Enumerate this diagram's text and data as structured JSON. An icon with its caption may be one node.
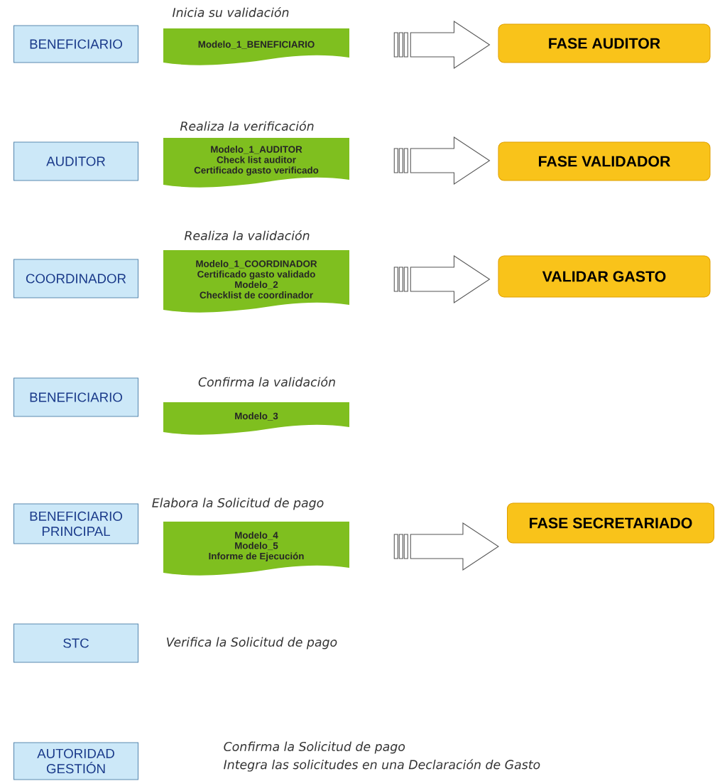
{
  "diagram": {
    "nodes": [
      {
        "text": [
          "BENEFICIARIO"
        ]
      },
      {
        "text": [
          "Modelo_1_BENEFICIARIO"
        ],
        "beside": [
          "Inicia su validación"
        ]
      },
      {
        "text": [
          "FASE AUDITOR"
        ]
      },
      {
        "text": [
          "AUDITOR"
        ]
      },
      {
        "text": [
          "Modelo_1_AUDITOR",
          "Check list auditor",
          "Certificado gasto verificado"
        ],
        "beside": [
          "Realiza la verificación"
        ]
      },
      {
        "text": [
          "FASE VALIDADOR"
        ]
      },
      {
        "text": [
          "COORDINADOR"
        ]
      },
      {
        "text": [
          "Modelo_1_COORDINADOR",
          "Certificado gasto validado",
          "Modelo_2",
          "Checklist de coordinador"
        ],
        "beside": [
          "Realiza la validación"
        ]
      },
      {
        "text": [
          "VALIDAR GASTO"
        ]
      },
      {
        "text": [
          "BENEFICIARIO"
        ]
      },
      {
        "text": [
          "Modelo_3"
        ],
        "beside": [
          "Confirma la validación"
        ]
      },
      {
        "text": [
          "BENEFICIARIO PRINCIPAL"
        ]
      },
      {
        "text": [
          "Modelo_4",
          "Modelo_5",
          "Informe de Ejecución"
        ],
        "beside": [
          "Elabora la Solicitud de pago"
        ]
      },
      {
        "text": [
          "FASE SECRETARIADO"
        ]
      },
      {
        "text": [
          "STC"
        ]
      },
      {
        "text": [
          "AUTORIDAD GESTIÓN"
        ]
      }
    ],
    "edges": [
      {
        "from": 1,
        "to": 2,
        "arrow": "to"
      },
      {
        "from": 4,
        "to": 5,
        "arrow": "to"
      },
      {
        "from": 7,
        "to": 8,
        "arrow": "to"
      },
      {
        "from": 12,
        "to": 13,
        "arrow": "to"
      }
    ],
    "labels": [
      "Verifica la Solicitud de pago",
      "Confirma la Solicitud de pago",
      "Integra las solicitudes en una Declaración de Gasto"
    ]
  }
}
